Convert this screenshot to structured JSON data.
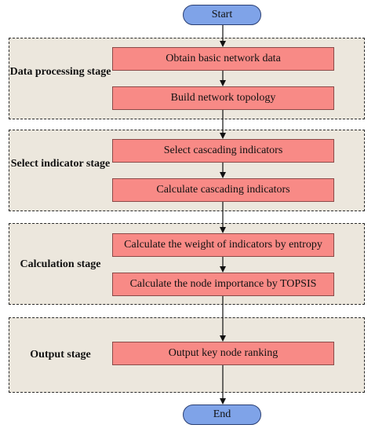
{
  "terminals": {
    "start": "Start",
    "end": "End"
  },
  "stages": [
    {
      "label": "Data processing stage",
      "steps": [
        "Obtain basic network data",
        "Build network topology"
      ]
    },
    {
      "label": "Select indicator stage",
      "steps": [
        "Select cascading indicators",
        "Calculate cascading indicators"
      ]
    },
    {
      "label": "Calculation stage",
      "steps": [
        "Calculate the weight of indicators by entropy",
        "Calculate the node importance by TOPSIS"
      ]
    },
    {
      "label": "Output stage",
      "steps": [
        "Output key node ranking"
      ]
    }
  ],
  "colors": {
    "stage_fill": "#ece7dd",
    "step_fill": "#f88a86",
    "terminal_fill": "#7fa3e8"
  }
}
